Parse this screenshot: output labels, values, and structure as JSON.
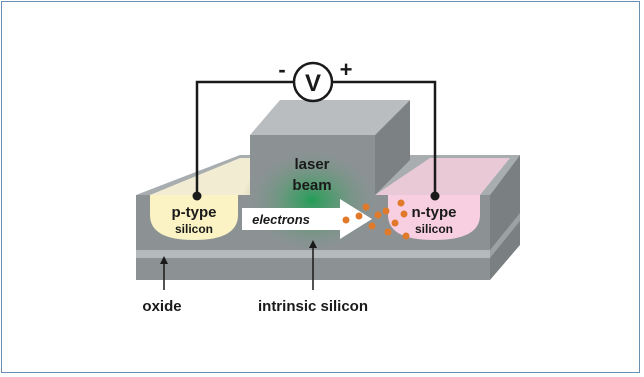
{
  "labels": {
    "laser_line1": "laser",
    "laser_line2": "beam",
    "ptype_line1": "p-type",
    "ptype_line2": "silicon",
    "ntype_line1": "n-type",
    "ntype_line2": "silicon",
    "electrons": "electrons",
    "oxide": "oxide",
    "intrinsic": "intrinsic silicon",
    "voltmeter": "V",
    "minus": "-",
    "plus": "+"
  },
  "icons": {
    "voltmeter": "voltmeter-icon",
    "arrow": "electron-flow-arrow-icon"
  },
  "colors": {
    "frame_border": "#6a8fb3",
    "slab_top": "#a8adaf",
    "slab_front": "#8c9294",
    "slab_side": "#7a7f81",
    "oxide_band": "#b4b9bb",
    "ptype": "#fbf3c4",
    "ntype": "#f7cfe0",
    "laser_glow": "#1f9e55",
    "electron_dot": "#e07a2a",
    "wire": "#1a1a1a"
  }
}
